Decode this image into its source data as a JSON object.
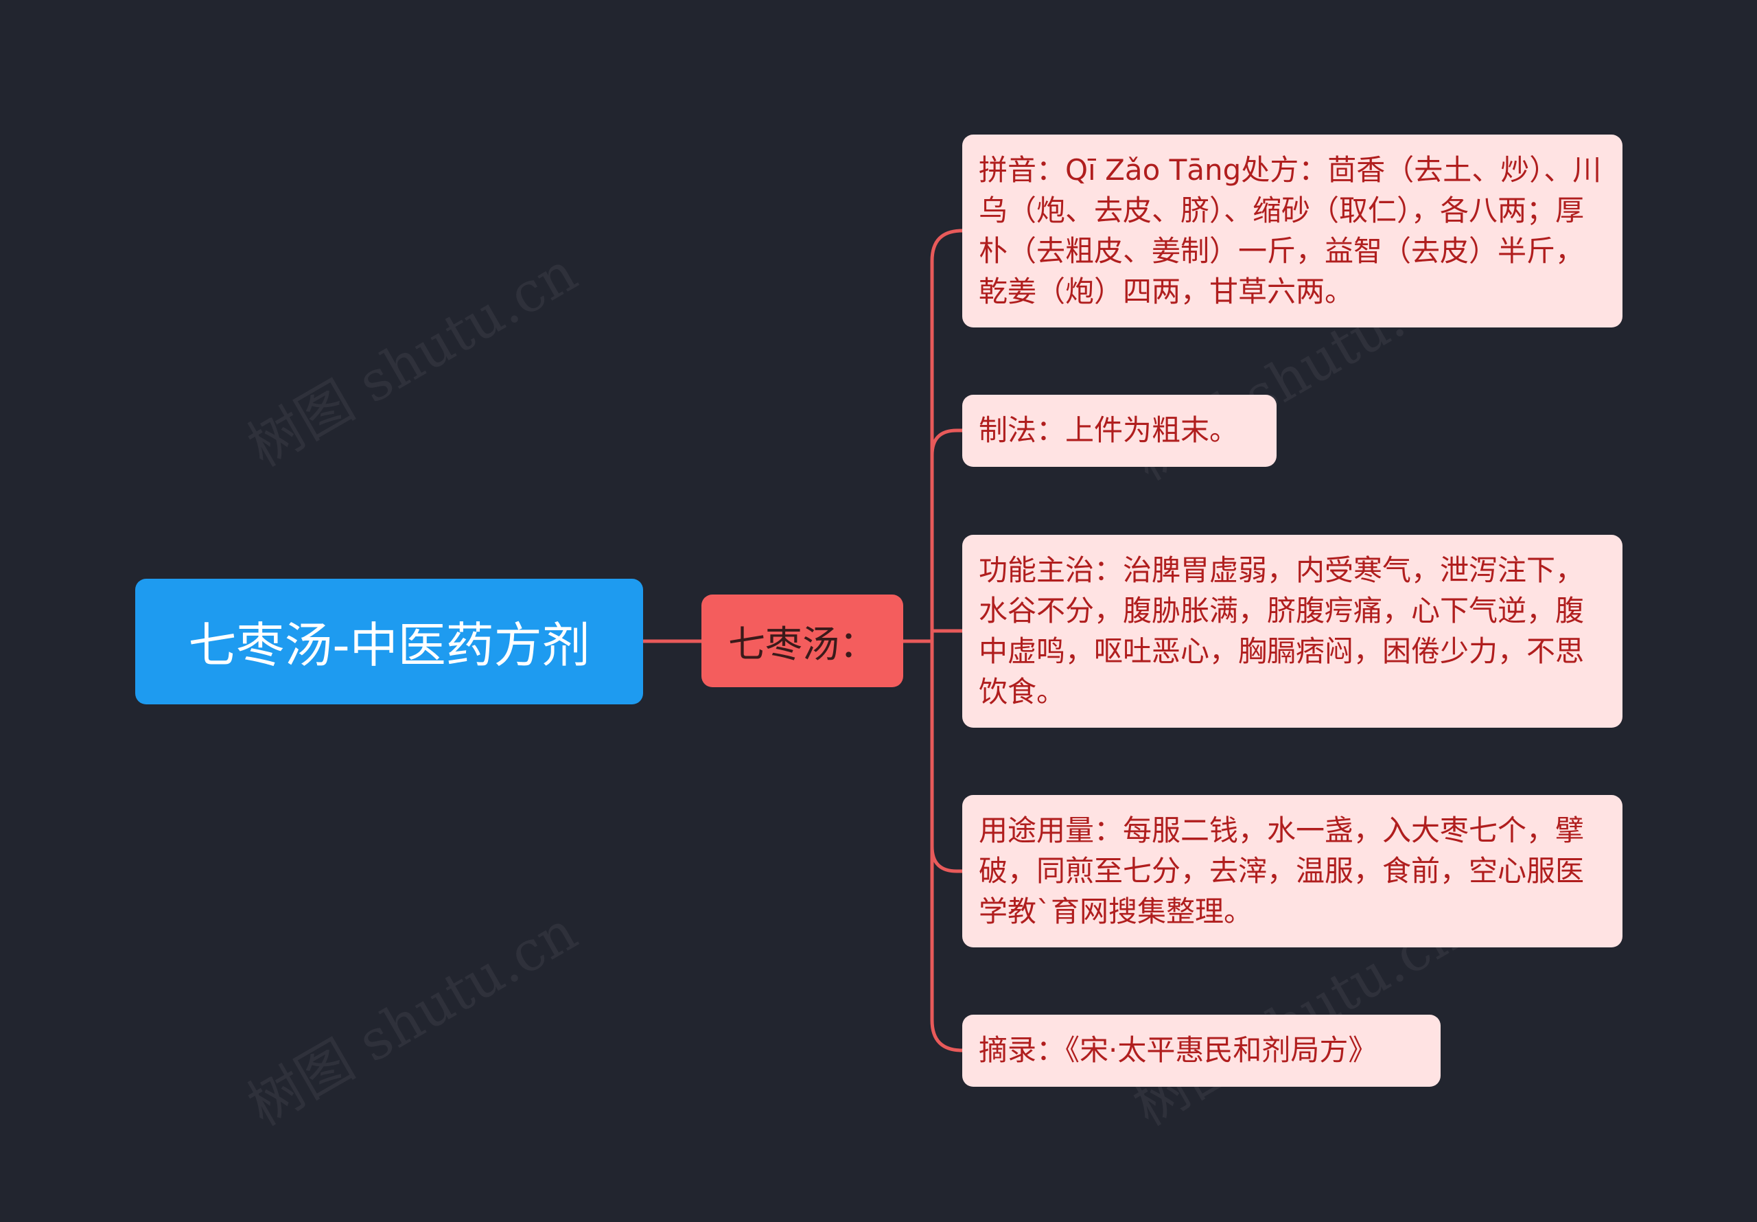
{
  "root": {
    "label": "七枣汤-中医药方剂"
  },
  "middle": {
    "label": "七枣汤："
  },
  "leaves": [
    {
      "text": "拼音：Qī Zǎo Tāng处方：茴香（去土、炒）、川乌（炮、去皮、脐）、缩砂（取仁），各八两；厚朴（去粗皮、姜制）一斤，益智（去皮）半斤，乾姜（炮）四两，甘草六两。"
    },
    {
      "text": "制法：上件为粗末。"
    },
    {
      "text": "功能主治：治脾胃虚弱，内受寒气，泄泻注下，水谷不分，腹胁胀满，脐腹疞痛，心下气逆，腹中虚鸣，呕吐恶心，胸膈痞闷，困倦少力，不思饮食。"
    },
    {
      "text": "用途用量：每服二钱，水一盏，入大枣七个，擘破，同煎至七分，去滓，温服，食前，空心服医学教`育网搜集整理。"
    },
    {
      "text": "摘录：《宋·太平惠民和剂局方》"
    }
  ],
  "watermark": "树图 shutu.cn",
  "colors": {
    "background": "#22252f",
    "root": "#1e9bf0",
    "middle": "#f45d5d",
    "leaf": "#ffe3e3",
    "leaf_text": "#b01e1e",
    "connector": "#e85a5a"
  }
}
